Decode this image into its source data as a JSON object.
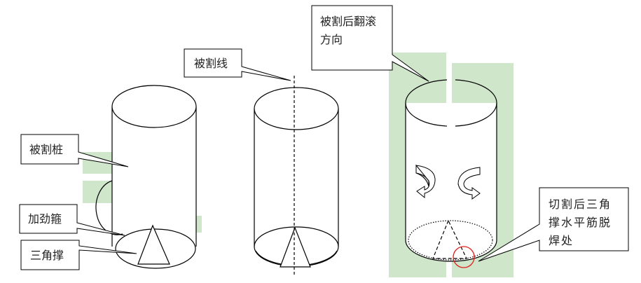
{
  "labels": {
    "cut_pile": "被割桩",
    "stiffening_ring": "加劲箍",
    "triangle_brace": "三角撑",
    "cut_line": "被割线",
    "roll_direction_line1": "被割后翻滚",
    "roll_direction_line2": "方向",
    "detach_line1": "切割后三角",
    "detach_line2": "撑水平筋脱",
    "detach_line3": "焊处"
  },
  "colors": {
    "highlight_green": "#cfe6cb",
    "marker_red": "#e0201c",
    "arrow_gray": "#c8c8c8"
  }
}
